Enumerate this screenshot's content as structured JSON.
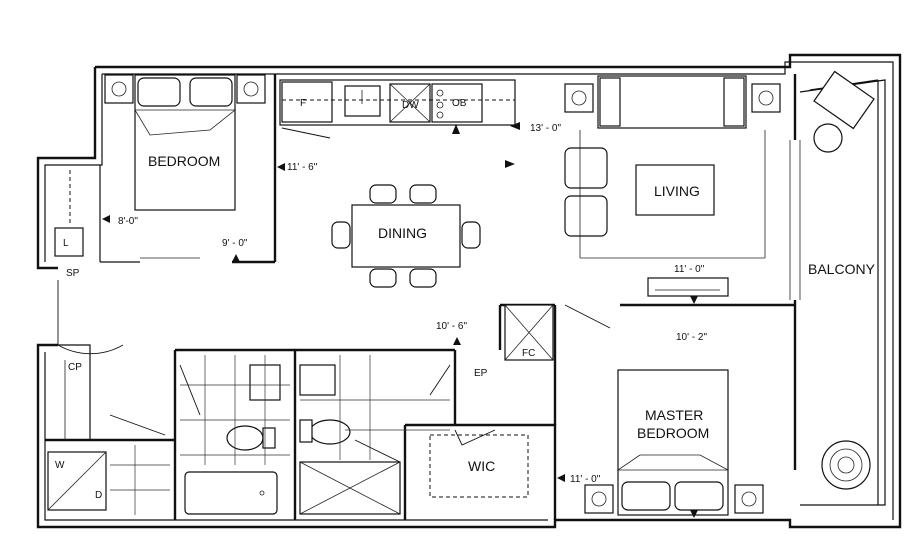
{
  "rooms": {
    "bedroom": "BEDROOM",
    "dining": "DINING",
    "living": "LIVING",
    "balcony": "BALCONY",
    "master": [
      "MASTER",
      "BEDROOM"
    ],
    "wic": "WIC"
  },
  "dimensions": {
    "bedroom_width": "11' - 6\"",
    "bedroom_depth": "9' - 0\"",
    "closet_width": "8'-0\"",
    "living_width": "13' - 0\"",
    "living_depth": "11' - 0\"",
    "hall_length": "10' - 6\"",
    "master_width": "10' - 2\"",
    "master_depth": "11' - 0\""
  },
  "fixtures": {
    "fridge": "F",
    "dishwasher": "DW",
    "oven": "OB",
    "linen": "L",
    "storage_panel": "SP",
    "closet_panel": "CP",
    "electrical_panel": "EP",
    "fan_coil": "FC",
    "washer": "W",
    "dryer": "D"
  }
}
